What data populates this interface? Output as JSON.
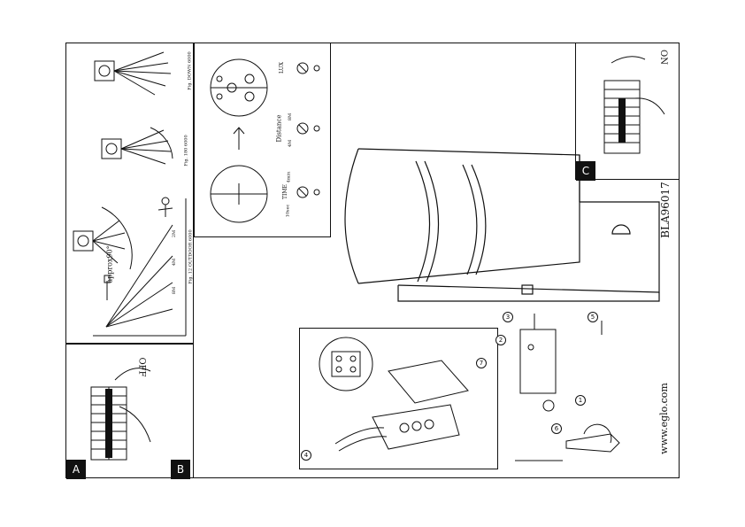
{
  "document": {
    "code": "BLA96017",
    "website": "www.eglo.com"
  },
  "labels": {
    "approx": "approx90°",
    "on": "ON",
    "off": "OFF",
    "lux": "LUX",
    "distance": "Distance",
    "time": "TIME",
    "time_min": "10sec",
    "time_max": "4min",
    "dist_min": "4M",
    "dist_max": "8M",
    "fig_a": "Fig. DOWN 6000",
    "fig_b": "Fig. 180 6000",
    "fig_c": "Fig. 12 OUTDOOR 6000",
    "m1": "2M",
    "m2": "4M",
    "m3": "8M"
  },
  "badges": {
    "a": "A",
    "b": "B",
    "c": "C"
  },
  "steps": [
    "1",
    "2",
    "3",
    "4",
    "5",
    "6",
    "7"
  ],
  "colors": {
    "ink": "#111111",
    "paper": "#ffffff"
  }
}
